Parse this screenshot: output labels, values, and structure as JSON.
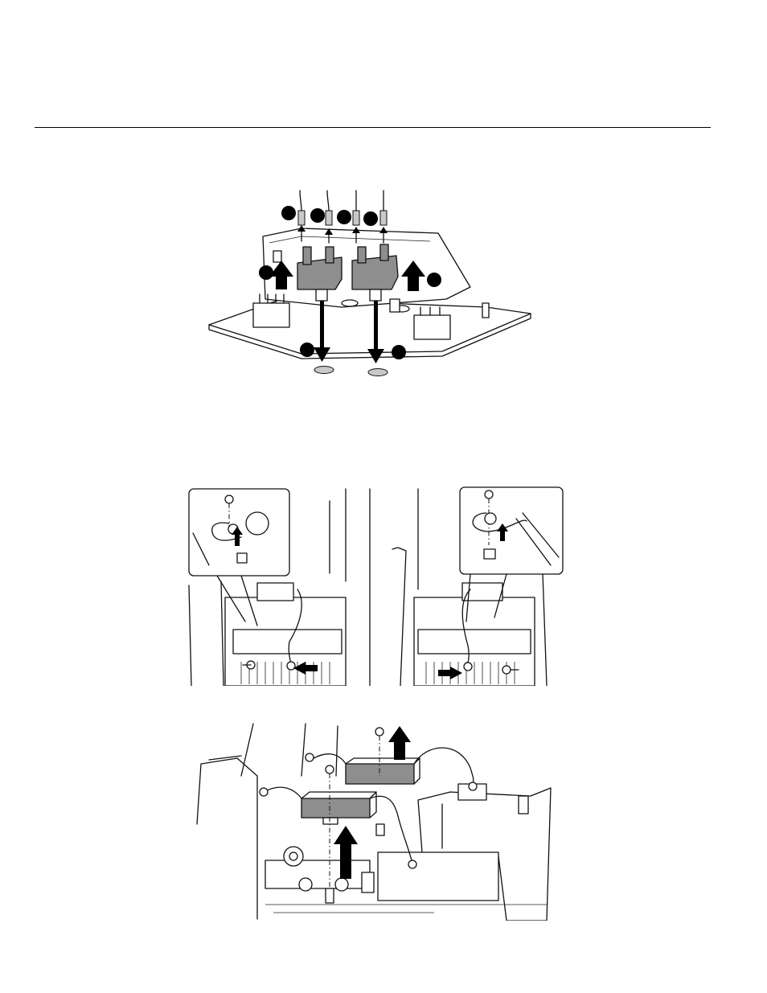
{
  "page": {
    "background": "#ffffff",
    "figures": [
      {
        "id": "fig1",
        "icon": "relay-removal-diagram",
        "callout_count": 8
      },
      {
        "id": "fig2",
        "icon": "ground-cable-removal-diagram",
        "panels": 2
      },
      {
        "id": "fig3",
        "icon": "resistor-block-removal-diagram"
      }
    ]
  },
  "colors": {
    "line": "#111111",
    "part_fill_dark": "#8e8e8e",
    "part_fill_light": "#c9c9c9",
    "callout_fill": "#000000"
  }
}
